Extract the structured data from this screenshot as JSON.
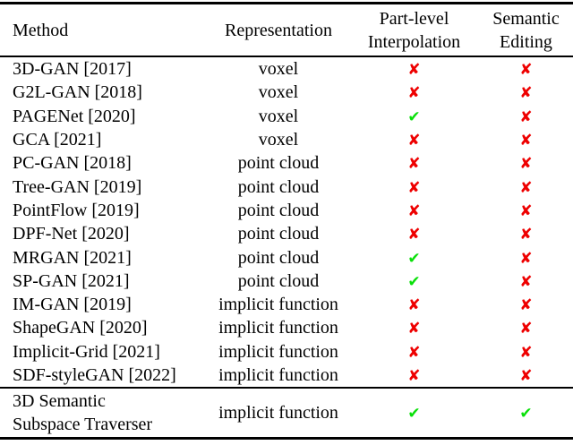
{
  "colors": {
    "check_green": "#0ae00a",
    "cross_red": "#ee0000",
    "rule_black": "#000000",
    "background": "#ffffff"
  },
  "icons": {
    "check": "✔",
    "cross": "✘"
  },
  "header": {
    "method": "Method",
    "representation": "Representation",
    "part_level_line1": "Part-level",
    "part_level_line2": "Interpolation",
    "semantic_line1": "Semantic",
    "semantic_line2": "Editing"
  },
  "rows": [
    {
      "method": "3D-GAN [2017]",
      "representation": "voxel",
      "part_level": "cross",
      "semantic": "cross"
    },
    {
      "method": "G2L-GAN [2018]",
      "representation": "voxel",
      "part_level": "cross",
      "semantic": "cross"
    },
    {
      "method": "PAGENet [2020]",
      "representation": "voxel",
      "part_level": "check",
      "semantic": "cross"
    },
    {
      "method": "GCA [2021]",
      "representation": "voxel",
      "part_level": "cross",
      "semantic": "cross"
    },
    {
      "method": "PC-GAN [2018]",
      "representation": "point cloud",
      "part_level": "cross",
      "semantic": "cross"
    },
    {
      "method": "Tree-GAN [2019]",
      "representation": "point cloud",
      "part_level": "cross",
      "semantic": "cross"
    },
    {
      "method": "PointFlow [2019]",
      "representation": "point cloud",
      "part_level": "cross",
      "semantic": "cross"
    },
    {
      "method": "DPF-Net [2020]",
      "representation": "point cloud",
      "part_level": "cross",
      "semantic": "cross"
    },
    {
      "method": "MRGAN [2021]",
      "representation": "point cloud",
      "part_level": "check",
      "semantic": "cross"
    },
    {
      "method": "SP-GAN [2021]",
      "representation": "point cloud",
      "part_level": "check",
      "semantic": "cross"
    },
    {
      "method": "IM-GAN [2019]",
      "representation": "implicit function",
      "part_level": "cross",
      "semantic": "cross"
    },
    {
      "method": "ShapeGAN [2020]",
      "representation": "implicit function",
      "part_level": "cross",
      "semantic": "cross"
    },
    {
      "method": "Implicit-Grid [2021]",
      "representation": "implicit function",
      "part_level": "cross",
      "semantic": "cross"
    },
    {
      "method": "SDF-styleGAN [2022]",
      "representation": "implicit function",
      "part_level": "cross",
      "semantic": "cross"
    }
  ],
  "final_row": {
    "method_line1": "3D Semantic",
    "method_line2": "Subspace Traverser",
    "representation": "implicit function",
    "part_level": "check",
    "semantic": "check"
  }
}
